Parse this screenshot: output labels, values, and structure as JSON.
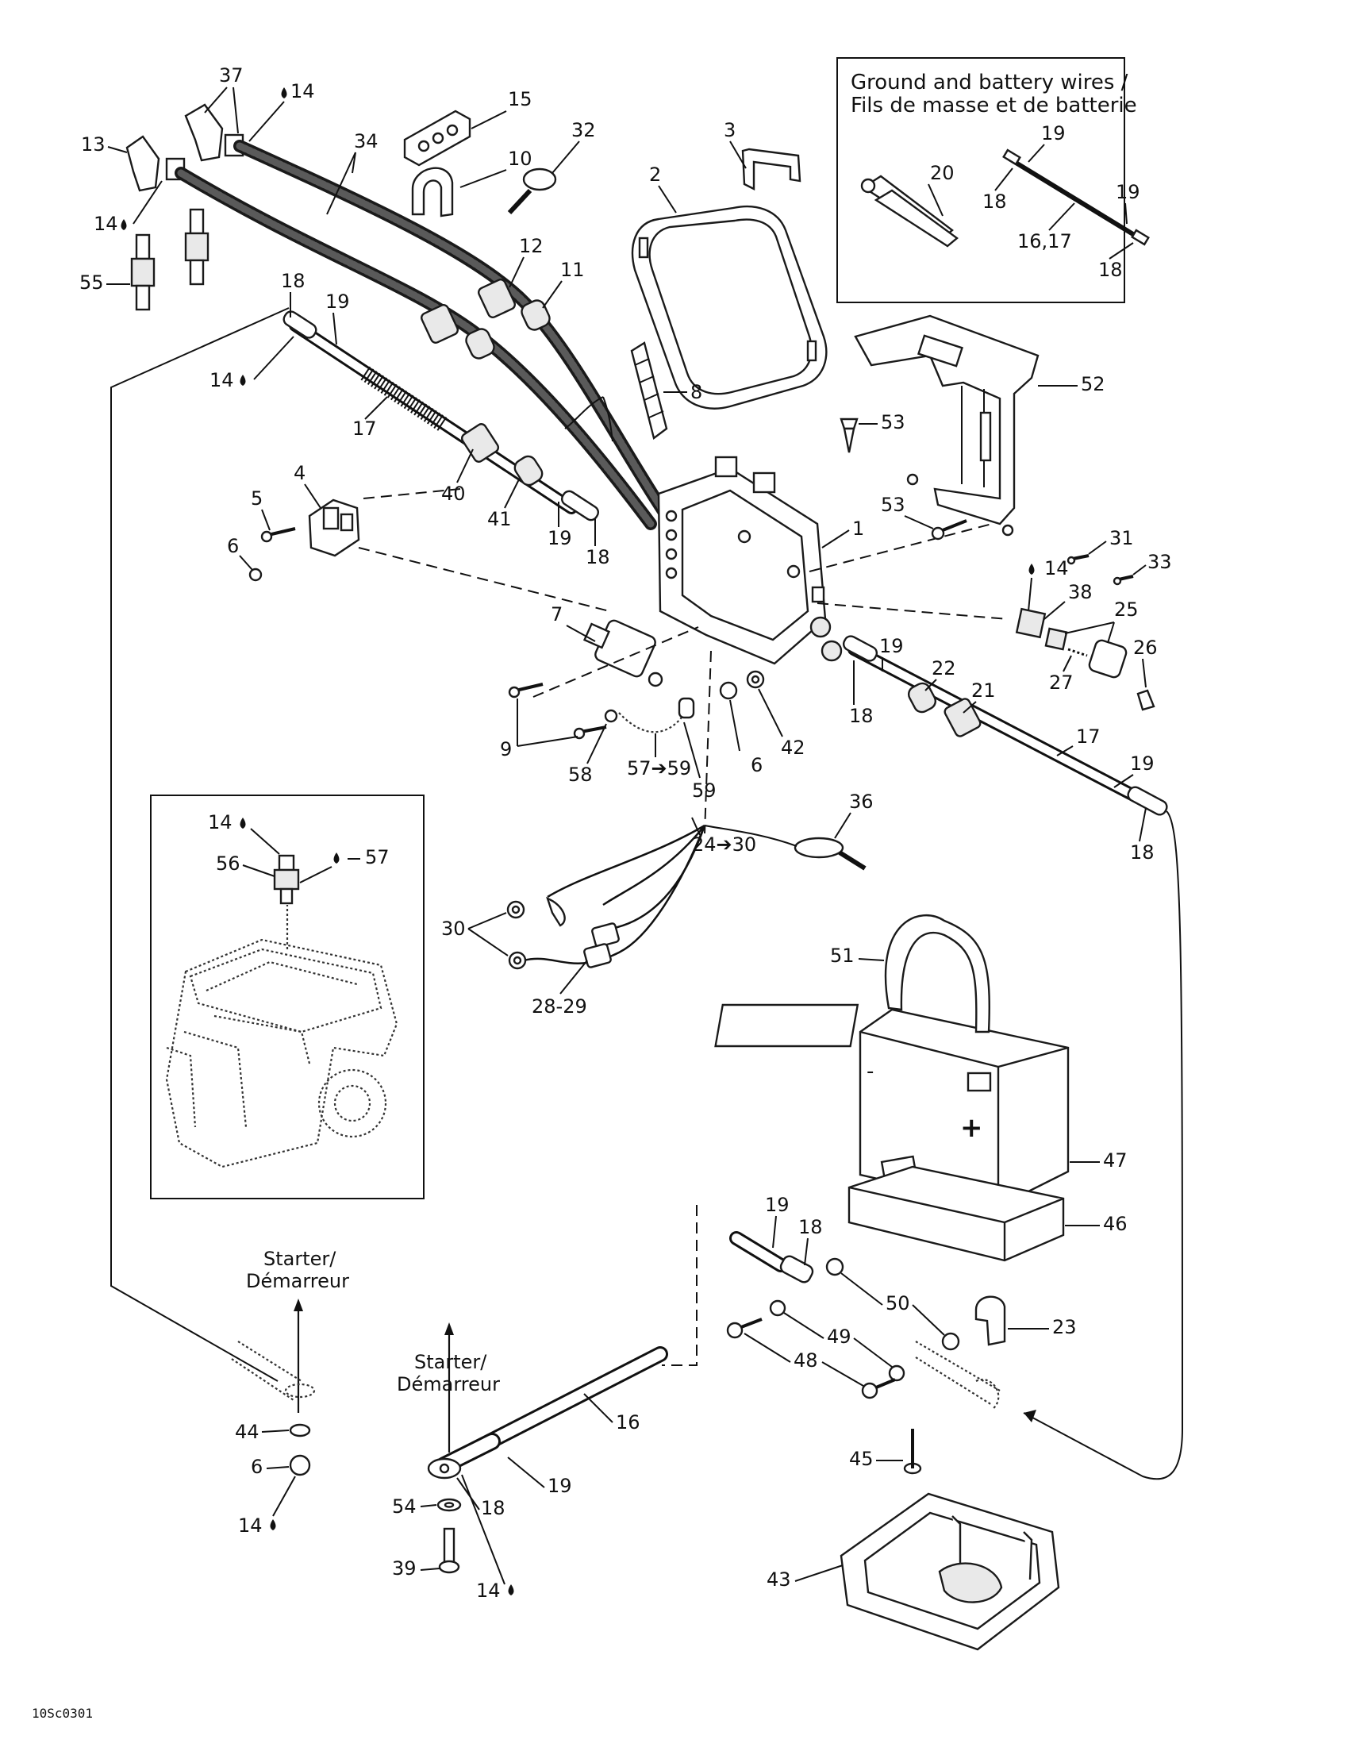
{
  "inset_top": {
    "title_line1": "Ground and battery wires /",
    "title_line2": "Fils de masse et de batterie"
  },
  "callouts": {
    "c37": "37",
    "c14a": "14",
    "c13": "13",
    "c14b": "14",
    "c34": "34",
    "c55": "55",
    "c15": "15",
    "c10": "10",
    "c32": "32",
    "c3": "3",
    "c2": "2",
    "c12": "12",
    "c11": "11",
    "c8": "8",
    "c18a": "18",
    "c19a": "19",
    "c14c": "14",
    "c17a": "17",
    "c40": "40",
    "c41": "41",
    "c19b": "19",
    "c18b": "18",
    "c4": "4",
    "c5": "5",
    "c6a": "6",
    "c1": "1",
    "c7": "7",
    "c9": "9",
    "c58": "58",
    "c57to59": "57➔59",
    "c59": "59",
    "c6b": "6",
    "c42": "42",
    "c20": "20",
    "c19c": "19",
    "c18c": "18",
    "c16_17": "16,17",
    "c19d": "19",
    "c18d": "18",
    "c52": "52",
    "c53a": "53",
    "c53b": "53",
    "c31": "31",
    "c33": "33",
    "c14d": "14",
    "c38": "38",
    "c25": "25",
    "c26": "26",
    "c27": "27",
    "c19e": "19",
    "c22": "22",
    "c21": "21",
    "c18e": "18",
    "c17b": "17",
    "c19f": "19",
    "c18f": "18",
    "c36": "36",
    "c24to30": "24➔30",
    "c30": "30",
    "c28_29": "28-29",
    "c14e": "14",
    "c56": "56",
    "c57": "57",
    "c51": "51",
    "c47": "47",
    "c46": "46",
    "c19g": "19",
    "c18g": "18",
    "c50": "50",
    "c23": "23",
    "c49": "49",
    "c48": "48",
    "c44": "44",
    "c6c": "6",
    "c14f": "14",
    "c16": "16",
    "c19h": "19",
    "c18h": "18",
    "c54": "54",
    "c39": "39",
    "c14g": "14",
    "c45": "45",
    "c43": "43"
  },
  "starter_label_left": {
    "line1": "Starter/",
    "line2": "Démarreur"
  },
  "starter_label_mid": {
    "line1": "Starter/",
    "line2": "Démarreur"
  },
  "battery_signs": {
    "minus": "-",
    "plus": "+"
  },
  "footer_code": "10Sc0301"
}
